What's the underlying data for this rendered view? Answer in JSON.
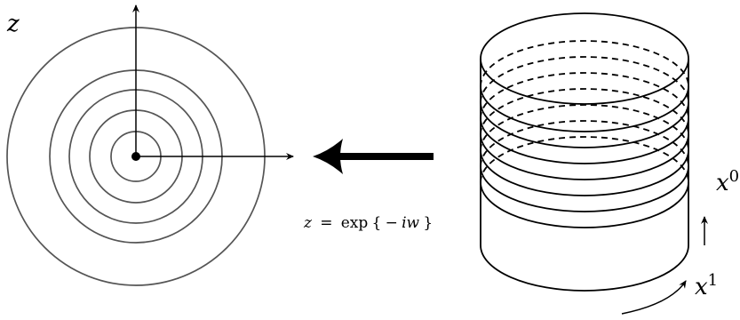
{
  "plane": {
    "label": "z",
    "rings": 5
  },
  "map": {
    "lhs": "z",
    "eq": "=",
    "func": "exp",
    "open": "{",
    "minus": "−",
    "iw": "iw",
    "close": "}"
  },
  "cylinder": {
    "time_label": "x",
    "time_sup": "0",
    "space_label": "x",
    "space_sup": "1",
    "slices": 7
  },
  "colors": {
    "rings": "#555555",
    "ink": "#000000"
  }
}
